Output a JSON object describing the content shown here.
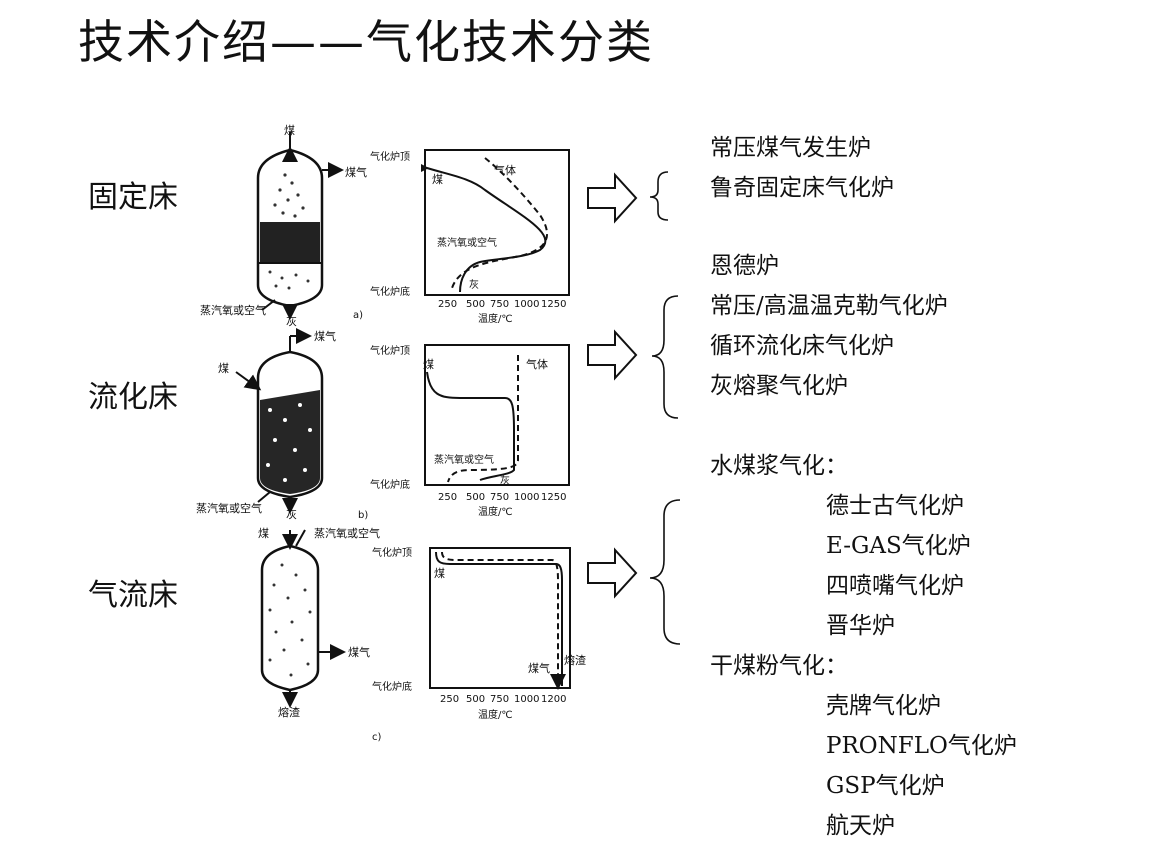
{
  "title": "技术介绍——气化技术分类",
  "categories": [
    {
      "name": "固定床",
      "items": [
        "常压煤气发生炉",
        "鲁奇固定床气化炉"
      ]
    },
    {
      "name": "流化床",
      "items": [
        "恩德炉",
        "常压/高温温克勒气化炉",
        "循环流化床气化炉",
        "灰熔聚气化炉"
      ]
    },
    {
      "name": "气流床",
      "groups": [
        {
          "label": "水煤浆气化：",
          "items": [
            "德士古气化炉",
            "E-GAS气化炉",
            "四喷嘴气化炉",
            "晋华炉"
          ]
        },
        {
          "label": "干煤粉气化：",
          "items": [
            "壳牌气化炉",
            "PRONFLO气化炉",
            "GSP气化炉",
            "航天炉"
          ]
        }
      ]
    }
  ],
  "diagrams": {
    "a": {
      "sub": "a)",
      "coal": "煤",
      "gas": "煤气",
      "steam": "蒸汽氧或空气",
      "ash": "灰",
      "chart": {
        "top": "气化炉顶",
        "bottom": "气化炉底",
        "xlabel": "温度/℃",
        "ticks": [
          "250",
          "500",
          "750",
          "1000",
          "1250"
        ],
        "coal": "煤",
        "gas": "气体",
        "steam": "蒸汽氧或空气",
        "ash": "灰"
      }
    },
    "b": {
      "sub": "b)",
      "coal": "煤",
      "gas": "煤气",
      "steam": "蒸汽氧或空气",
      "ash": "灰",
      "chart": {
        "top": "气化炉顶",
        "bottom": "气化炉底",
        "xlabel": "温度/℃",
        "ticks": [
          "250",
          "500",
          "750",
          "1000",
          "1250"
        ],
        "coal": "煤",
        "gas": "气体",
        "steam": "蒸汽氧或空气",
        "ash": "灰"
      }
    },
    "c": {
      "sub": "c)",
      "coal": "煤",
      "gas": "煤气",
      "steam": "蒸汽氧或空气",
      "slag": "熔渣",
      "chart": {
        "top": "气化炉顶",
        "bottom": "气化炉底",
        "xlabel": "温度/℃",
        "ticks": [
          "250",
          "500",
          "750",
          "1000",
          "1200"
        ],
        "coal": "煤",
        "gas": "煤气",
        "slag": "熔渣"
      }
    }
  }
}
